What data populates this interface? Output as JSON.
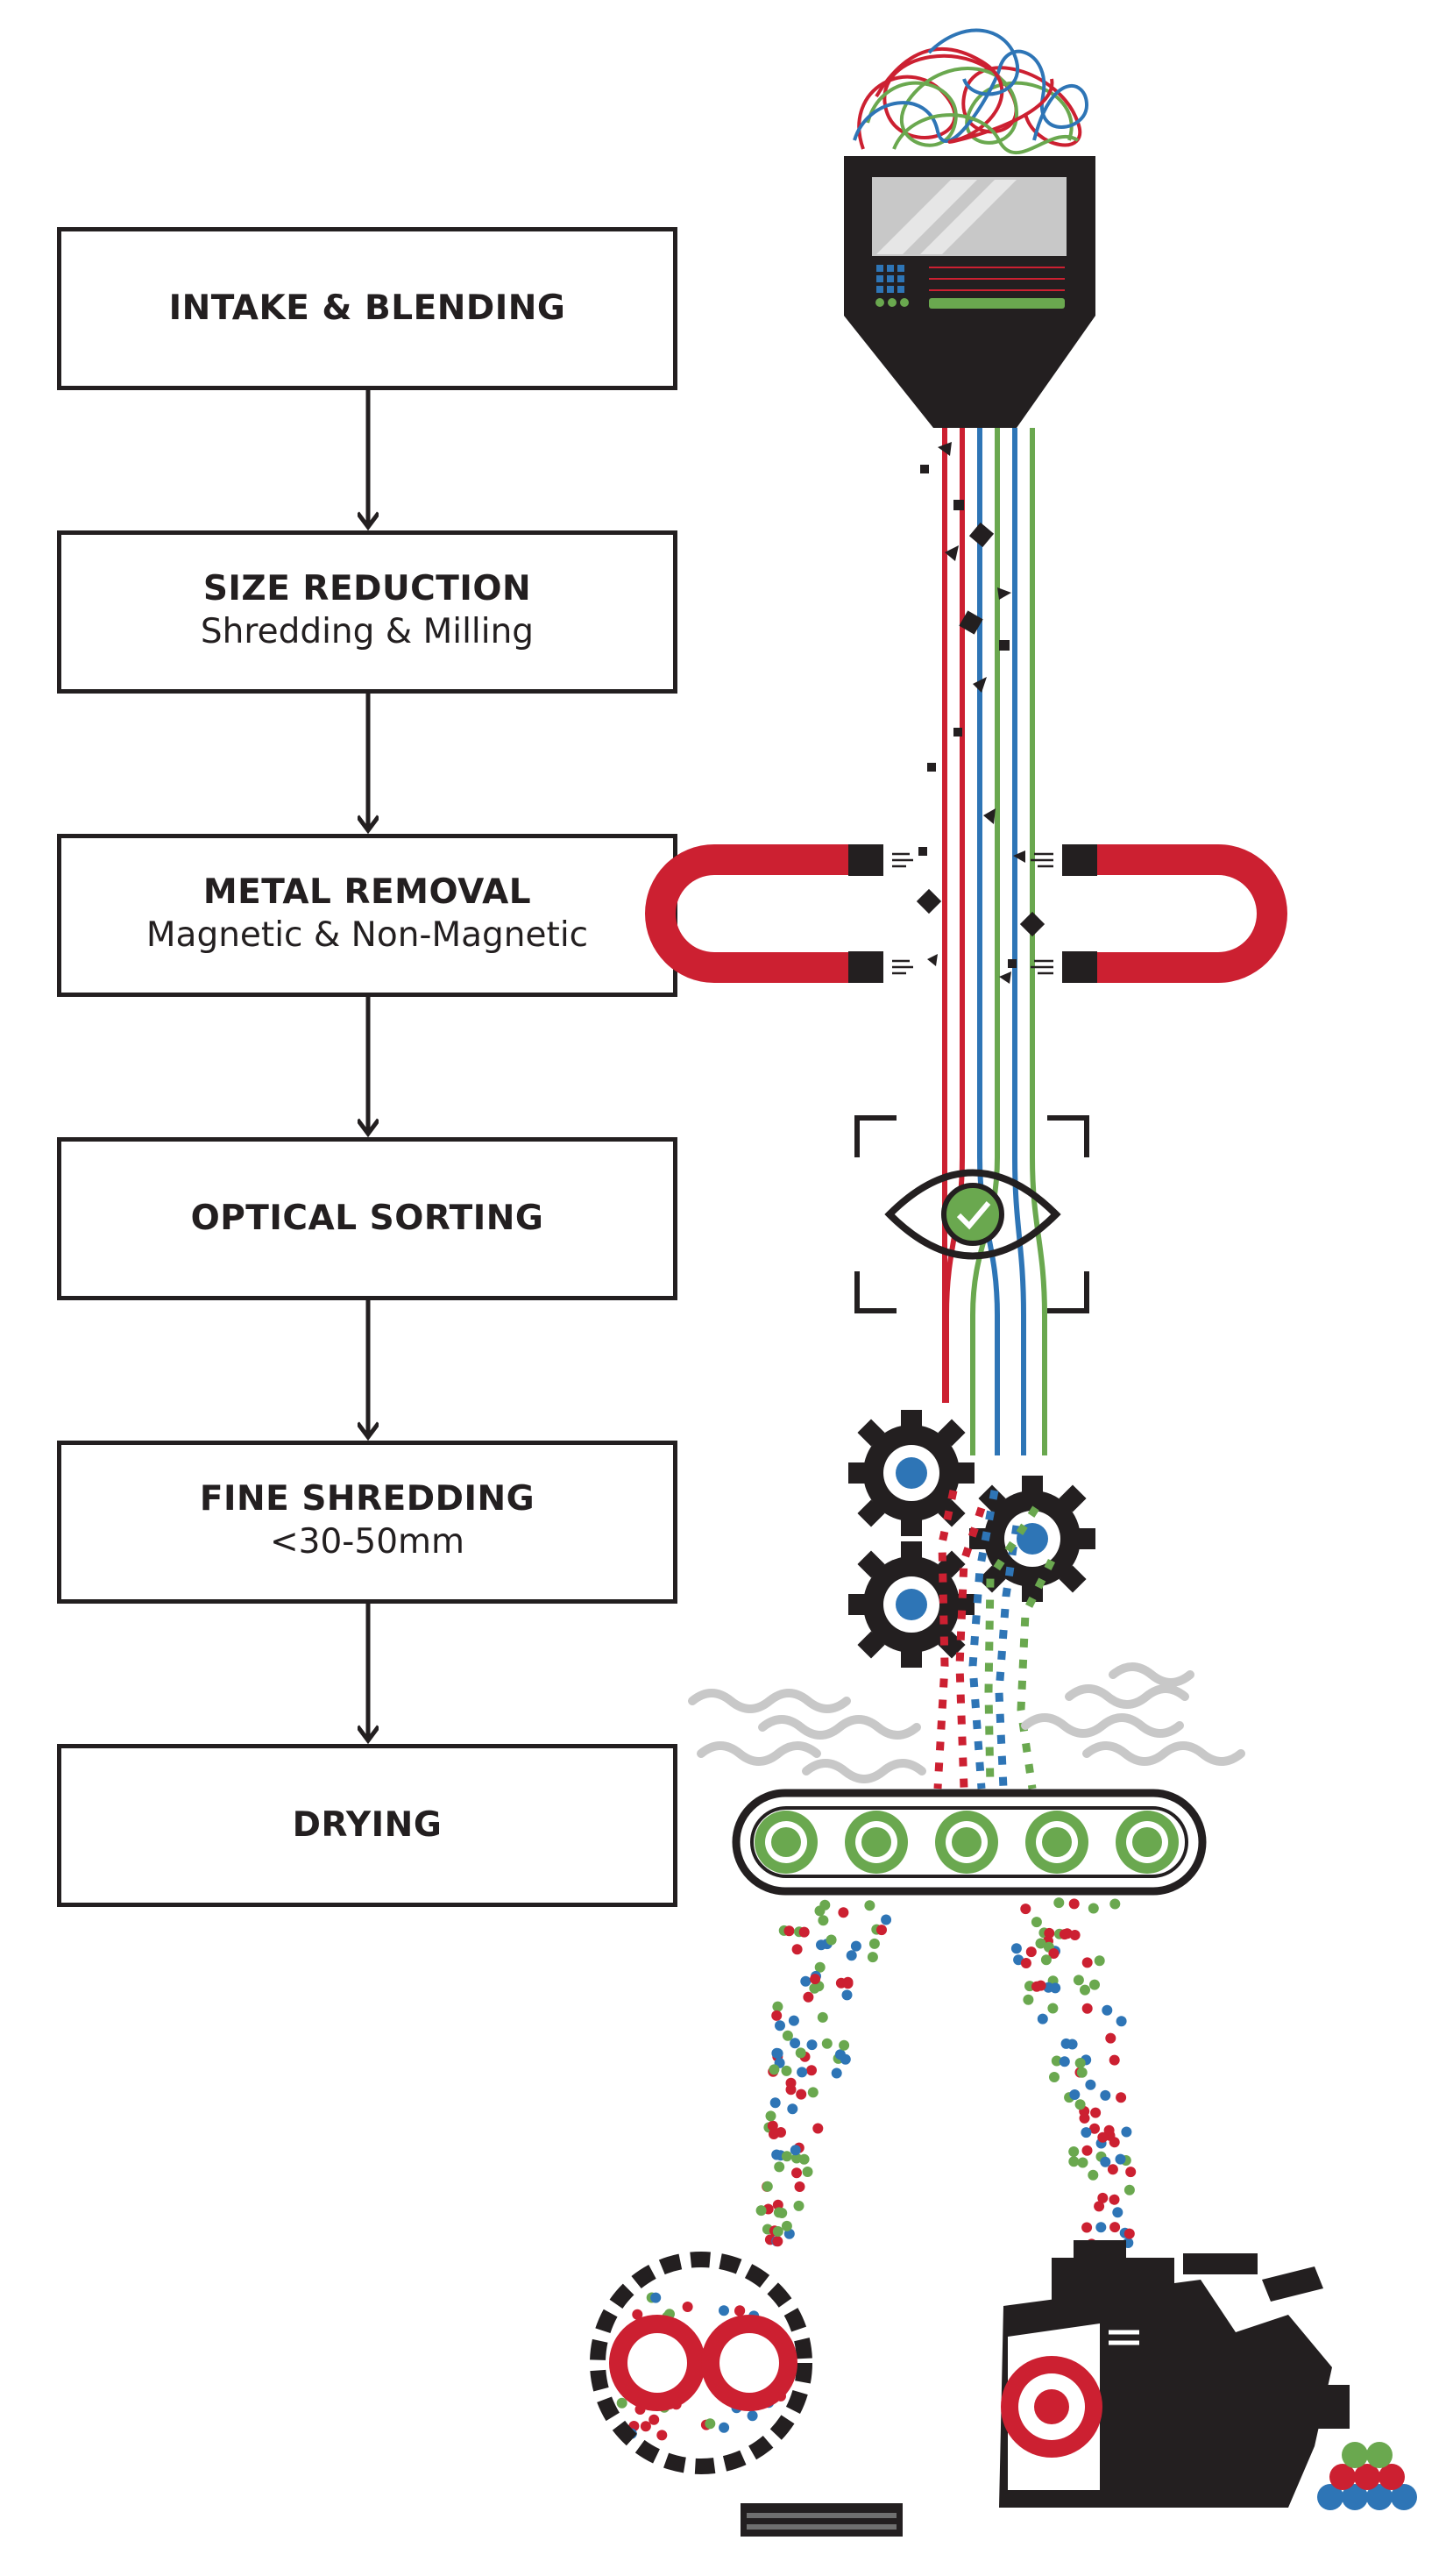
{
  "steps": [
    {
      "title": "INTAKE & BLENDING",
      "subtitle": ""
    },
    {
      "title": "SIZE REDUCTION",
      "subtitle": "Shredding & Milling"
    },
    {
      "title": "METAL REMOVAL",
      "subtitle": "Magnetic & Non-Magnetic"
    },
    {
      "title": "OPTICAL SORTING",
      "subtitle": ""
    },
    {
      "title": "FINE SHREDDING",
      "subtitle": "<30-50mm"
    },
    {
      "title": "DRYING",
      "subtitle": ""
    }
  ],
  "colors": {
    "ink": "#231f20",
    "red": "#cc2031",
    "green": "#6aa84f",
    "blue": "#2e75b6",
    "grey": "#c8c8c8"
  },
  "icons": [
    "tangled-fiber-icon",
    "hopper-machine-icon",
    "magnet-icon",
    "eye-check-icon",
    "gear-icon",
    "steam-icon",
    "conveyor-icon",
    "pelletizer-icon",
    "extruder-icon",
    "pellets-icon"
  ]
}
